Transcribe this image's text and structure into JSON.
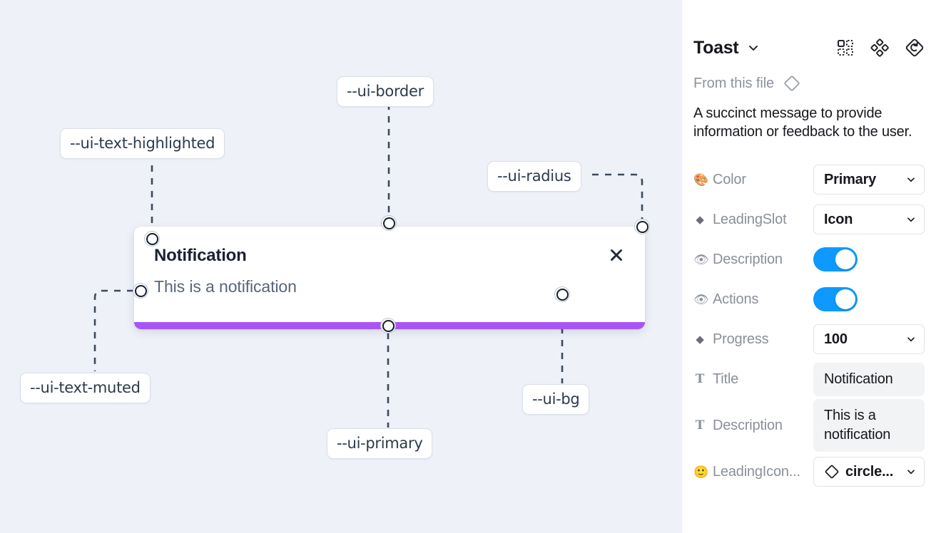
{
  "canvas": {
    "background_color": "#EEF1F7",
    "toast": {
      "title": "Notification",
      "description": "This is a notification",
      "close_icon": "close-x-icon",
      "progress_color": "#A855F7",
      "background_color": "#FFFFFF"
    },
    "tokens": [
      {
        "id": "text-highlighted",
        "label": "--ui-text-highlighted"
      },
      {
        "id": "border",
        "label": "--ui-border"
      },
      {
        "id": "radius",
        "label": "--ui-radius"
      },
      {
        "id": "text-muted",
        "label": "--ui-text-muted"
      },
      {
        "id": "primary",
        "label": "--ui-primary"
      },
      {
        "id": "bg",
        "label": "--ui-bg"
      }
    ]
  },
  "panel": {
    "title": "Toast",
    "title_caret_icon": "chevron-down-icon",
    "header_icons": [
      {
        "name": "component-variants-icon"
      },
      {
        "name": "component-set-icon"
      },
      {
        "name": "reset-instance-icon"
      }
    ],
    "from_file": {
      "label": "From this file",
      "icon": "component-diamond-icon"
    },
    "description": "A succinct message to provide information or feedback to the user.",
    "properties": [
      {
        "id": "color",
        "icon": "palette-emoji",
        "emoji": "🎨",
        "label": "Color",
        "control": "select",
        "value": "Primary",
        "caret_icon": "chevron-down-icon"
      },
      {
        "id": "leading-slot",
        "icon": "diamond-glyph",
        "emoji": "◆",
        "label": "LeadingSlot",
        "control": "select",
        "value": "Icon",
        "caret_icon": "chevron-down-icon"
      },
      {
        "id": "description-toggle",
        "icon": "eye-emoji",
        "emoji": "👁",
        "label": "Description",
        "control": "toggle",
        "value": "on",
        "accent_color": "#0D99FF"
      },
      {
        "id": "actions-toggle",
        "icon": "eye-emoji",
        "emoji": "👁",
        "label": "Actions",
        "control": "toggle",
        "value": "on",
        "accent_color": "#0D99FF"
      },
      {
        "id": "progress",
        "icon": "diamond-glyph",
        "emoji": "◆",
        "label": "Progress",
        "control": "select",
        "value": "100",
        "caret_icon": "chevron-down-icon"
      },
      {
        "id": "title",
        "icon": "text-t-glyph",
        "emoji": "T",
        "label": "Title",
        "control": "text",
        "value": "Notification"
      },
      {
        "id": "description-text",
        "icon": "text-t-glyph",
        "emoji": "T",
        "label": "Description",
        "control": "text",
        "value": "This is a notification"
      },
      {
        "id": "leading-icon",
        "icon": "smiley-emoji",
        "emoji": "🙂",
        "label": "LeadingIcon...",
        "control": "select",
        "value": "circle...",
        "prefix_icon": "component-diamond-icon",
        "caret_icon": "chevron-down-icon"
      }
    ]
  }
}
